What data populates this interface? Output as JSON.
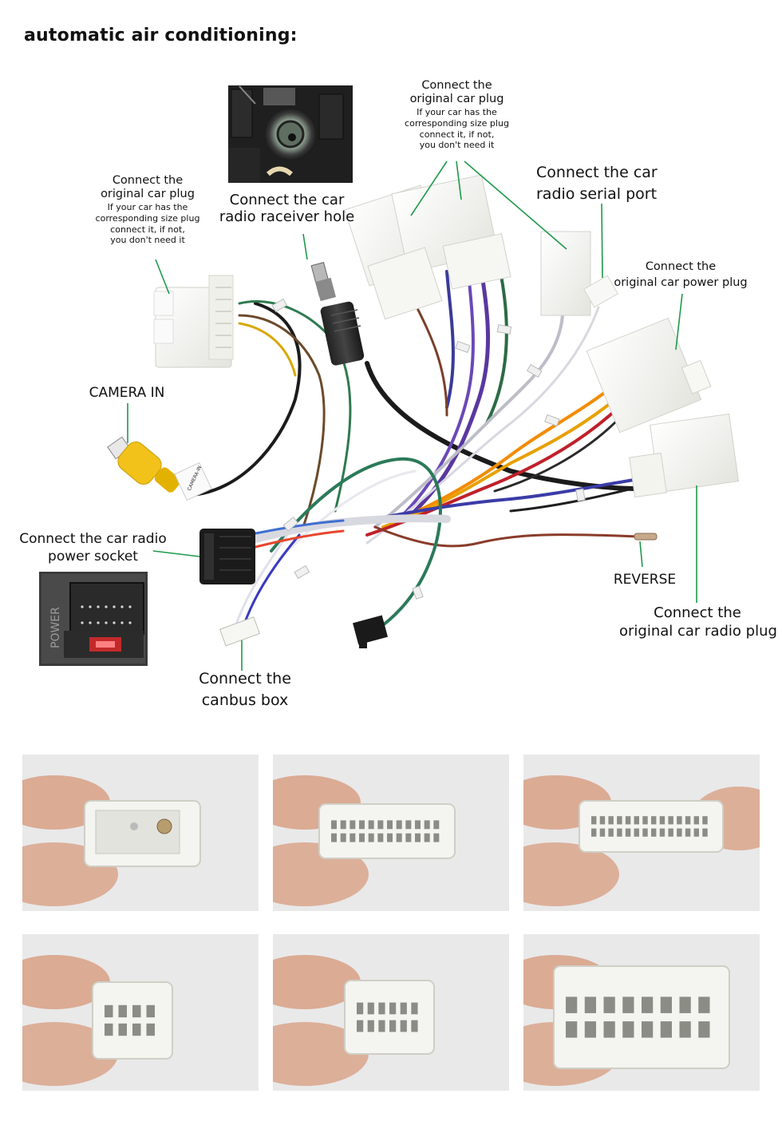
{
  "title": "automatic air conditioning:",
  "labels": {
    "orig_plug_left": {
      "line1": "Connect the",
      "line2": "original car plug",
      "sub1": "If your car has the",
      "sub2": "corresponding size plug",
      "sub3": "connect it, if not,",
      "sub4": "you don't need it"
    },
    "orig_plug_top": {
      "line1": "Connect the",
      "line2": "original car plug",
      "sub1": "If your car has the",
      "sub2": "corresponding size plug",
      "sub3": "connect it, if not,",
      "sub4": "you don't need it"
    },
    "receiver_hole": {
      "line1": "Connect the  car",
      "line2": "radio raceiver hole"
    },
    "serial_port": {
      "line1": "Connect the car",
      "line2": "radio  serial port"
    },
    "power_plug": {
      "line1": "Connect the",
      "line2": "original car power plug"
    },
    "camera_in": "CAMERA IN",
    "power_socket": {
      "line1": "Connect the car radio",
      "line2": "power socket"
    },
    "reverse": "REVERSE",
    "orig_radio_plug": {
      "line1": "Connect the",
      "line2": "original car radio plug"
    },
    "canbus": {
      "line1": "Connect the",
      "line2": "canbus box"
    }
  },
  "inset_text": {
    "power": "POWER",
    "camera_tag": "CAMERA-IN"
  },
  "colors": {
    "leader": "#1e9a4a",
    "connector_white": "#f4f4f0",
    "background": "#ffffff",
    "rca_yellow": "#f2c21b",
    "photo_bg": "#e9e9ea",
    "skin": "#d9a48b"
  },
  "photos": [
    {
      "name": "plug-photo-1"
    },
    {
      "name": "plug-photo-2"
    },
    {
      "name": "plug-photo-3"
    },
    {
      "name": "plug-photo-4"
    },
    {
      "name": "plug-photo-5"
    },
    {
      "name": "plug-photo-6"
    }
  ]
}
